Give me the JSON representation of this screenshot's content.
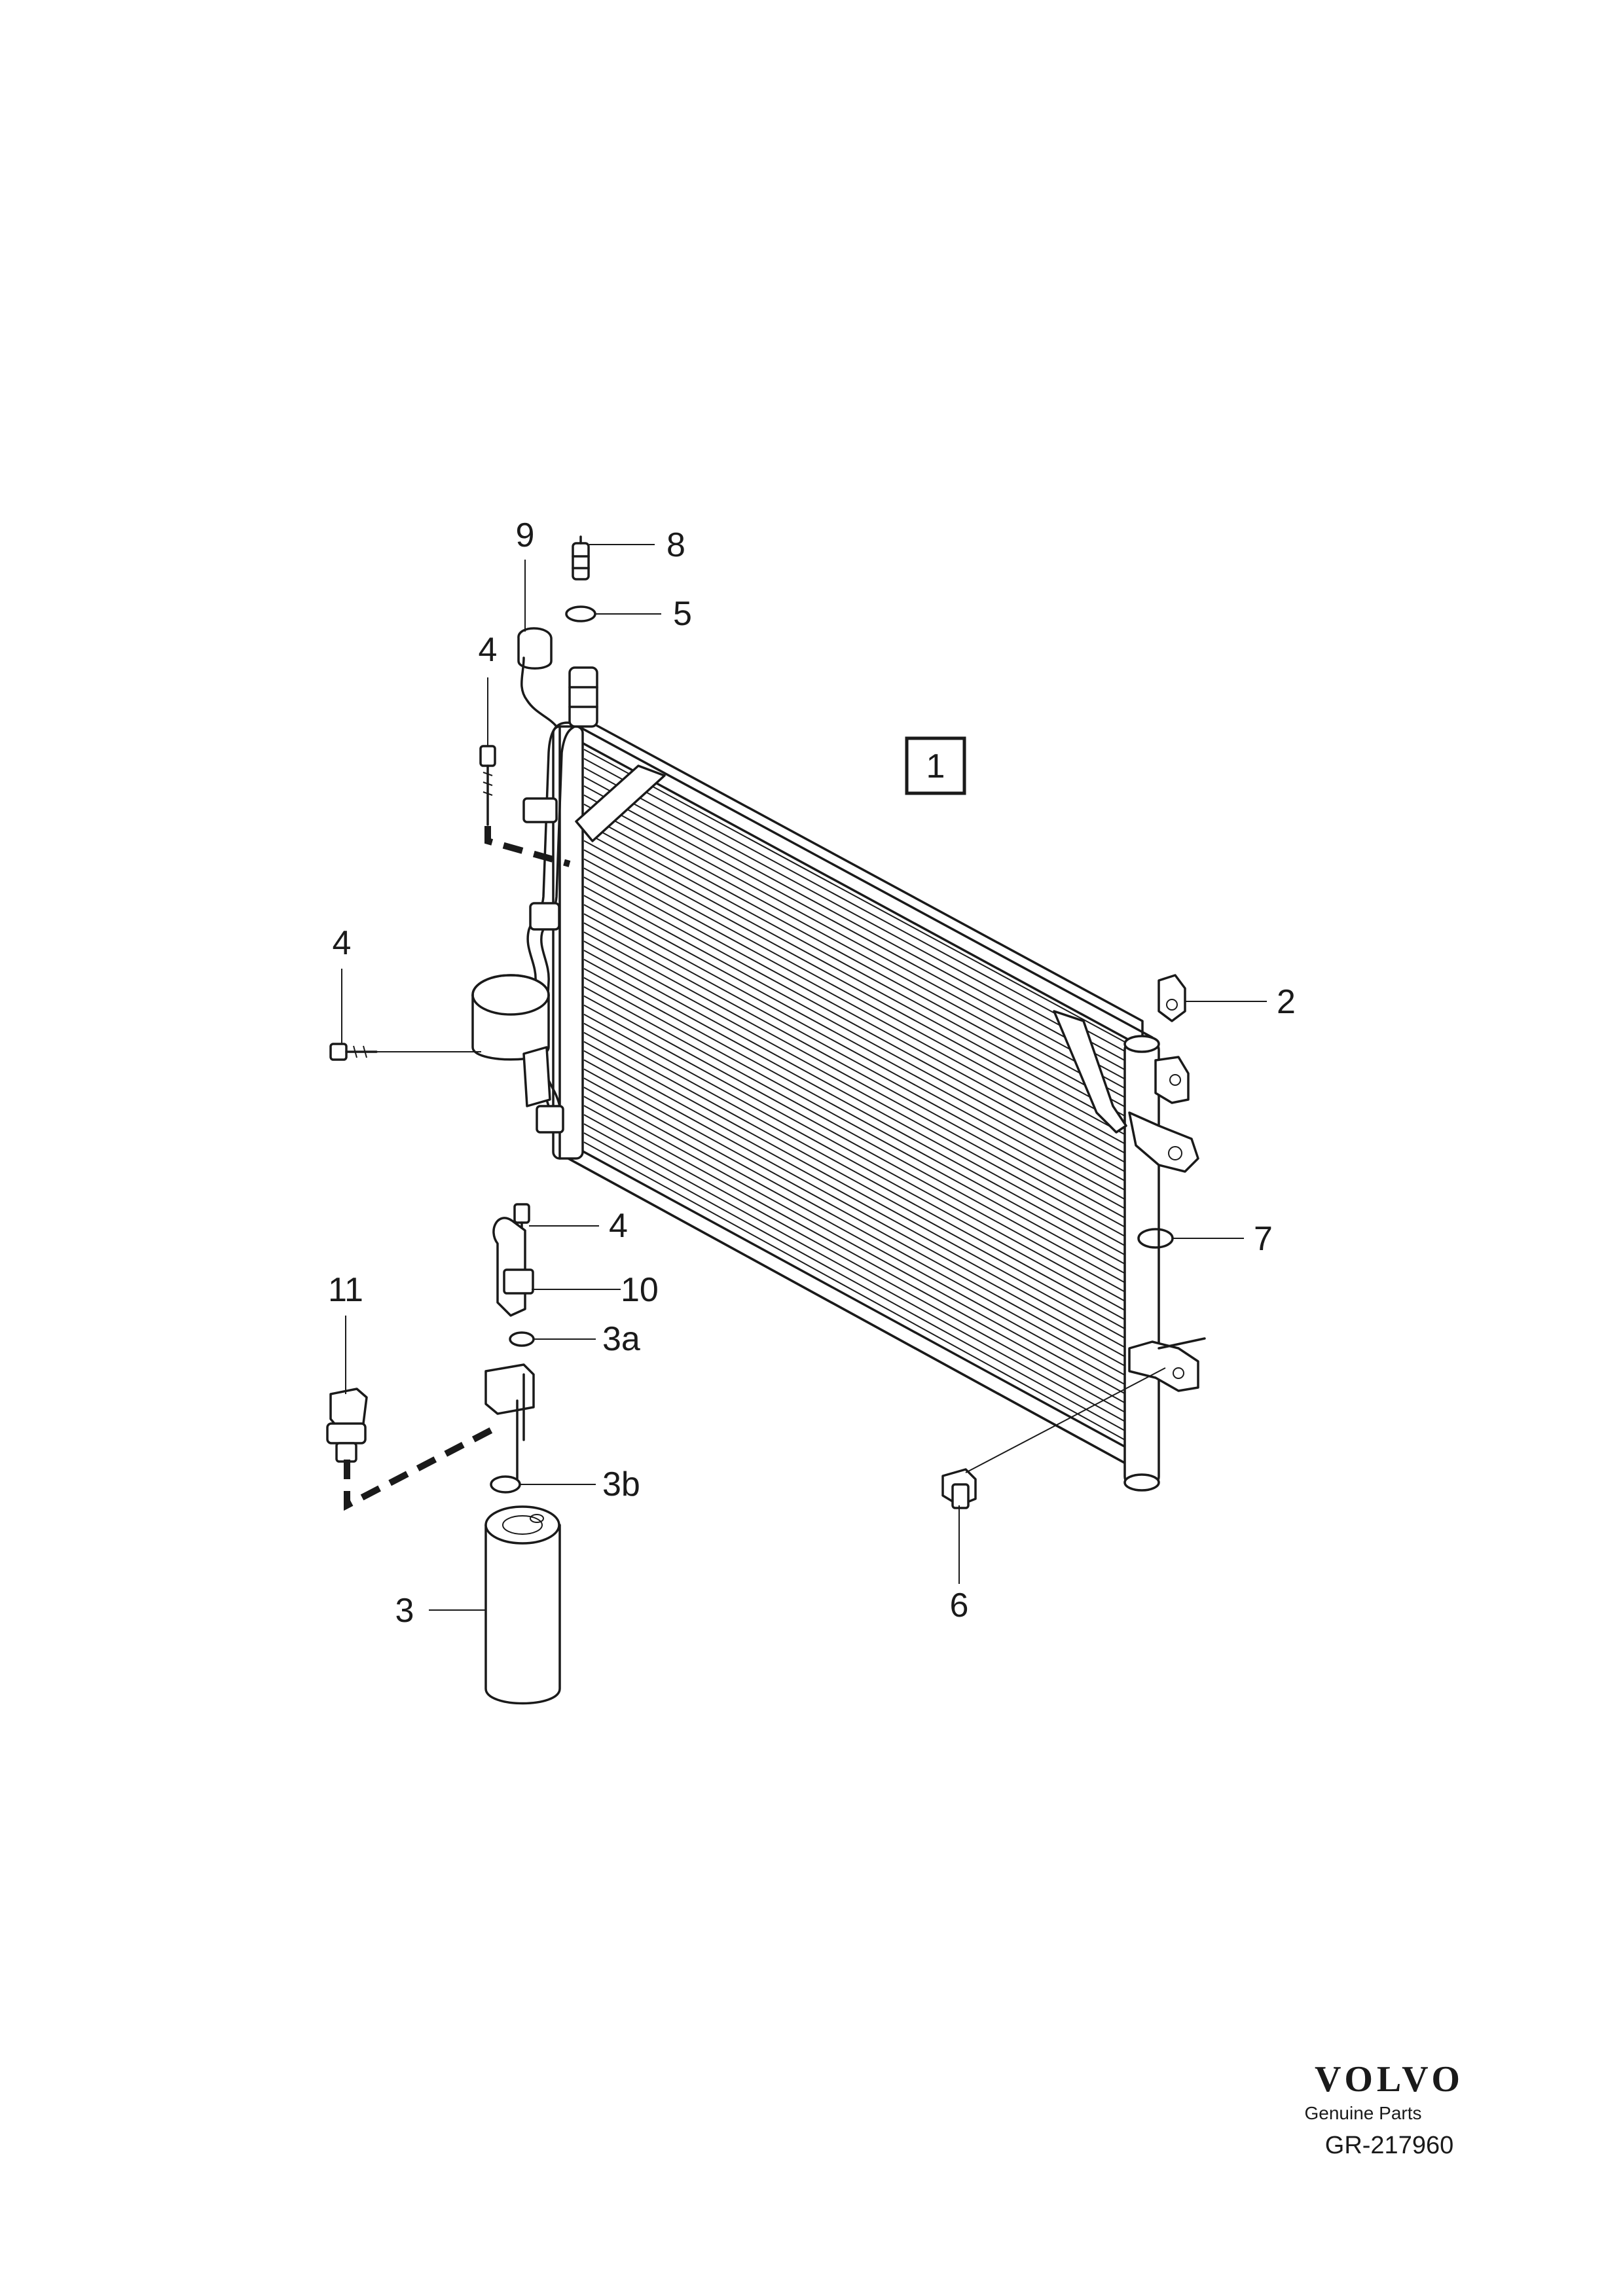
{
  "diagram": {
    "main_assembly_label": "1",
    "callouts": {
      "c2": "2",
      "c3": "3",
      "c3a": "3a",
      "c3b": "3b",
      "c4_top": "4",
      "c4_mid": "4",
      "c4_low": "4",
      "c5": "5",
      "c6": "6",
      "c7": "7",
      "c8": "8",
      "c9": "9",
      "c10": "10",
      "c11": "11"
    }
  },
  "branding": {
    "logo": "VOLVO",
    "tagline": "Genuine Parts",
    "figure_code": "GR-217960"
  }
}
